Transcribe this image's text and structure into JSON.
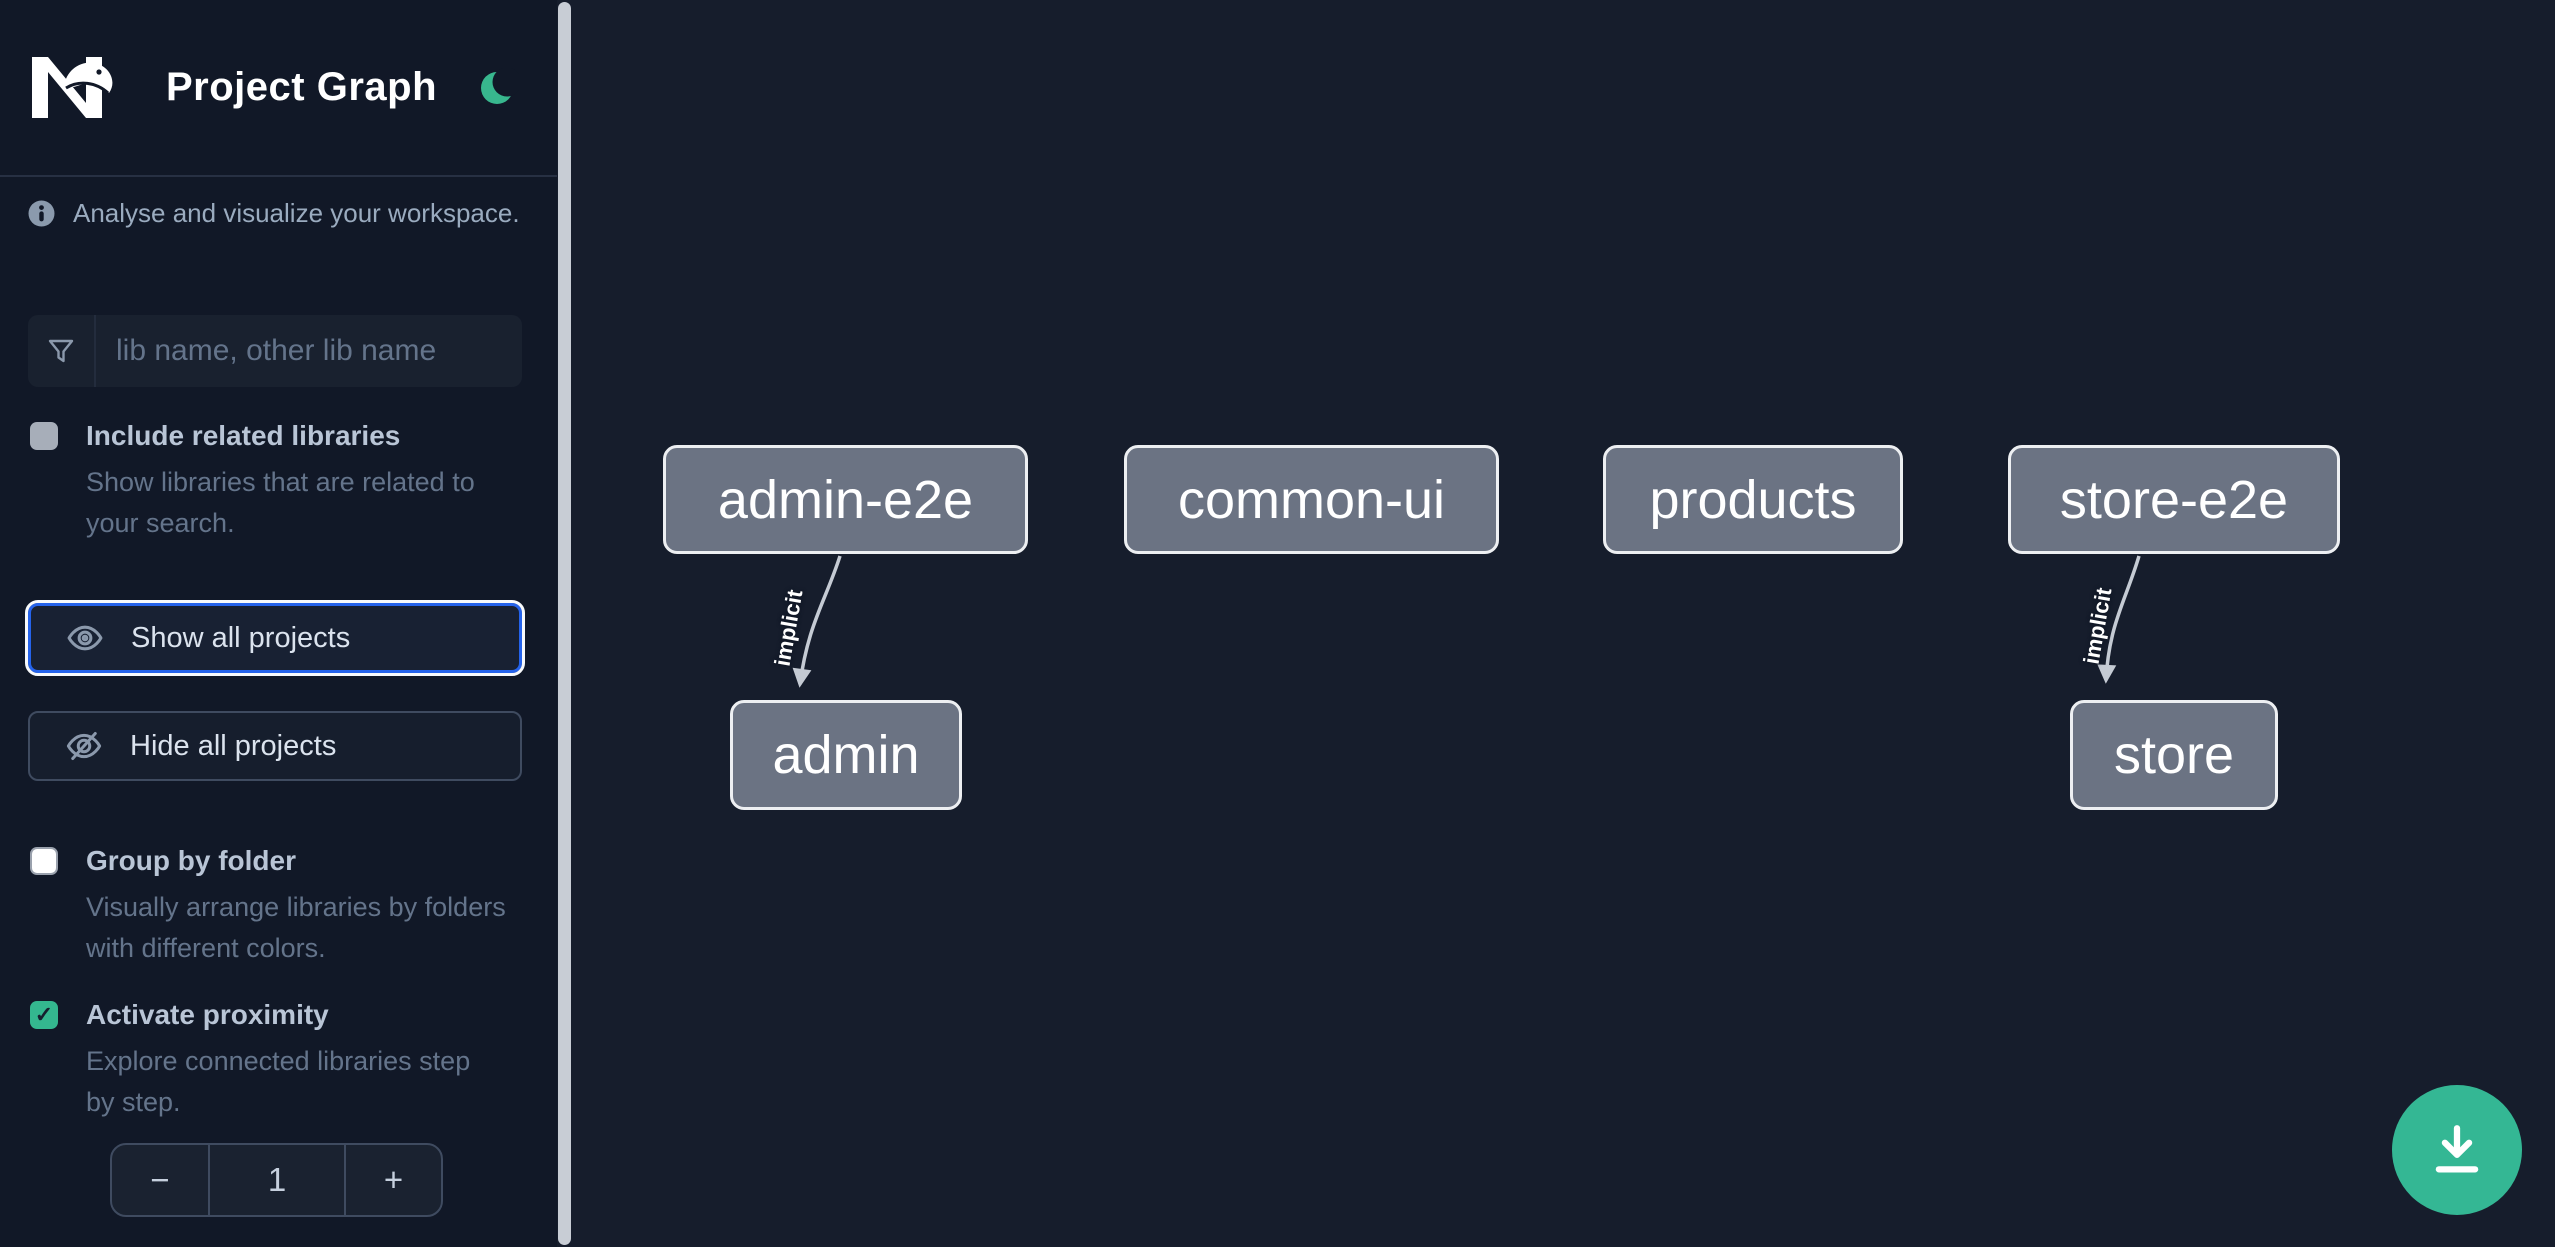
{
  "app": {
    "title": "Project Graph"
  },
  "icons": {
    "check": "✓"
  },
  "colors": {
    "sidebar_bg": "#111827",
    "canvas_bg": "#161d2c",
    "accent_green": "#34b794",
    "focus_blue": "#2563eb",
    "node_fill": "#6b7383",
    "node_border": "#edeff2"
  },
  "sidebar": {
    "tagline": "Analyse and visualize your workspace.",
    "search": {
      "placeholder": "lib name, other lib name"
    },
    "include_related": {
      "label": "Include related libraries",
      "desc": "Show libraries that are related to your search.",
      "checked": false
    },
    "actions": {
      "show_all": "Show all projects",
      "hide_all": "Hide all projects"
    },
    "group_by_folder": {
      "label": "Group by folder",
      "desc": "Visually arrange libraries by folders with different colors.",
      "checked": false
    },
    "proximity": {
      "label": "Activate proximity",
      "desc": "Explore connected libraries step by step.",
      "checked": true
    },
    "stepper": {
      "minus": "−",
      "value": "1",
      "plus": "+"
    }
  },
  "graph": {
    "nodes": [
      {
        "label": "admin-e2e"
      },
      {
        "label": "common-ui"
      },
      {
        "label": "products"
      },
      {
        "label": "store-e2e"
      },
      {
        "label": "admin"
      },
      {
        "label": "store"
      }
    ],
    "edges": [
      {
        "from": "admin-e2e",
        "to": "admin",
        "label": "implicit"
      },
      {
        "from": "store-e2e",
        "to": "store",
        "label": "implicit"
      }
    ]
  }
}
